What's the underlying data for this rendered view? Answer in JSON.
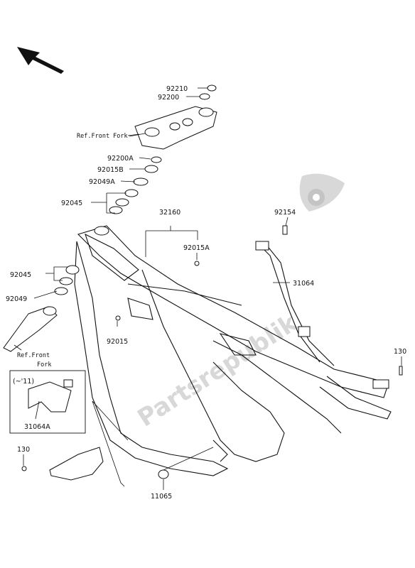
{
  "diagram": {
    "watermark": "Partsrepublik",
    "callouts": {
      "c92210": "92210",
      "c92200": "92200",
      "c92200A": "92200A",
      "c92015B": "92015B",
      "c92049A": "92049A",
      "c92045a": "92045",
      "c32160": "32160",
      "c92015A": "92015A",
      "c92154": "92154",
      "c92045b": "92045",
      "c92049": "92049",
      "c31064": "31064",
      "c92015": "92015",
      "c130a": "130",
      "c31064A": "31064A",
      "c130b": "130",
      "c11065": "11065"
    },
    "refs": {
      "front_fork_top": "Ref.Front Fork",
      "front_fork_bottom_1": "Ref.Front",
      "front_fork_bottom_2": "Fork"
    },
    "inset_label": "(~'11)",
    "icons": [
      "direction-arrow-icon",
      "gear-icon"
    ]
  }
}
